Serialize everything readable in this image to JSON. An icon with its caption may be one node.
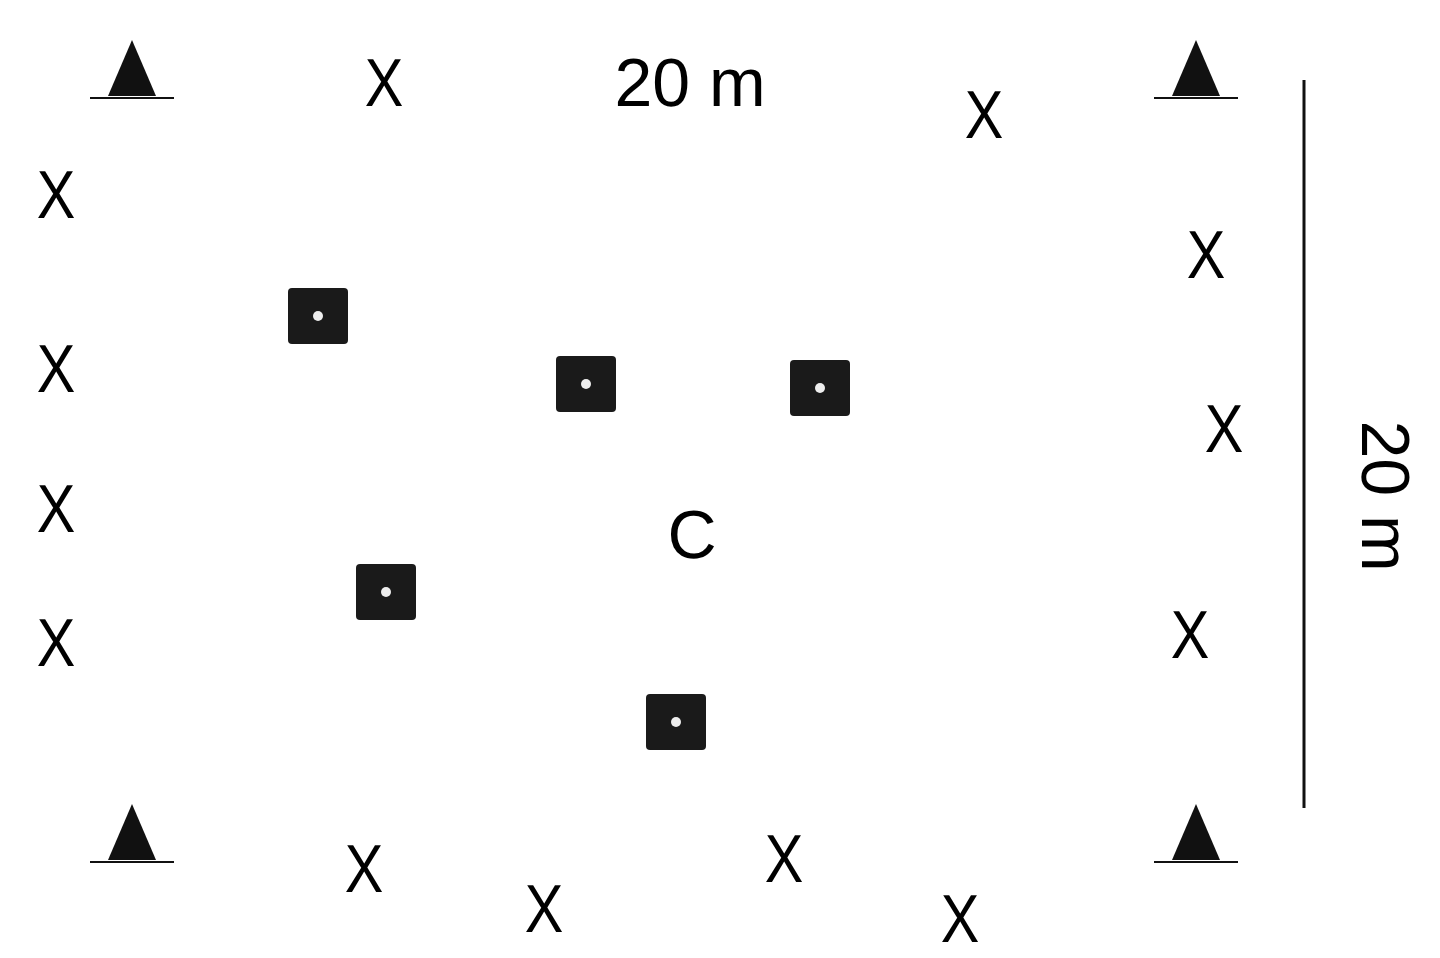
{
  "diagram": {
    "labels": [
      "X",
      "20 m",
      "X",
      "X",
      "X",
      "X",
      "X",
      "20 m",
      "X",
      "C",
      "X",
      "X",
      "X",
      "X",
      "X",
      "X"
    ]
  }
}
